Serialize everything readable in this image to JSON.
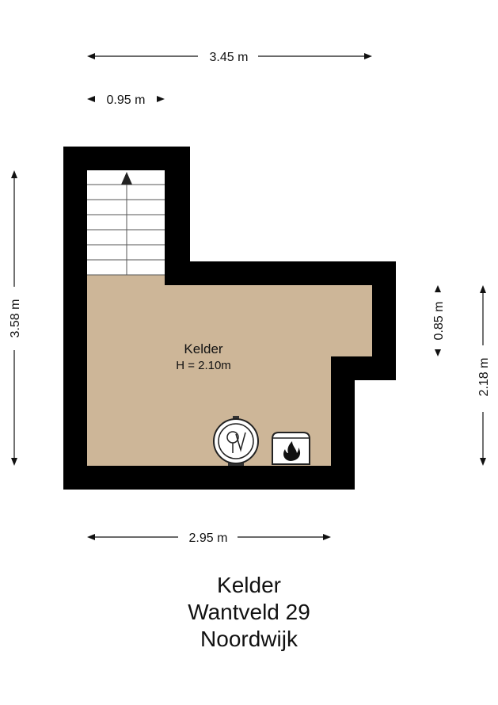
{
  "dimensions": {
    "top_width": "3.45 m",
    "stair_width": "0.95 m",
    "left_height": "3.58 m",
    "right_offset": "0.85 m",
    "right_height": "2.18 m",
    "bottom_width": "2.95 m"
  },
  "room": {
    "name": "Kelder",
    "height": "H = 2.10m"
  },
  "caption": {
    "line1": "Kelder",
    "line2": "Wantveld 29",
    "line3": "Noordwijk"
  },
  "colors": {
    "wall": "#000000",
    "floor": "#cdb698",
    "text": "#111111"
  },
  "icons": [
    "boiler-icon",
    "fire-heater-icon",
    "stair-arrow-icon"
  ]
}
